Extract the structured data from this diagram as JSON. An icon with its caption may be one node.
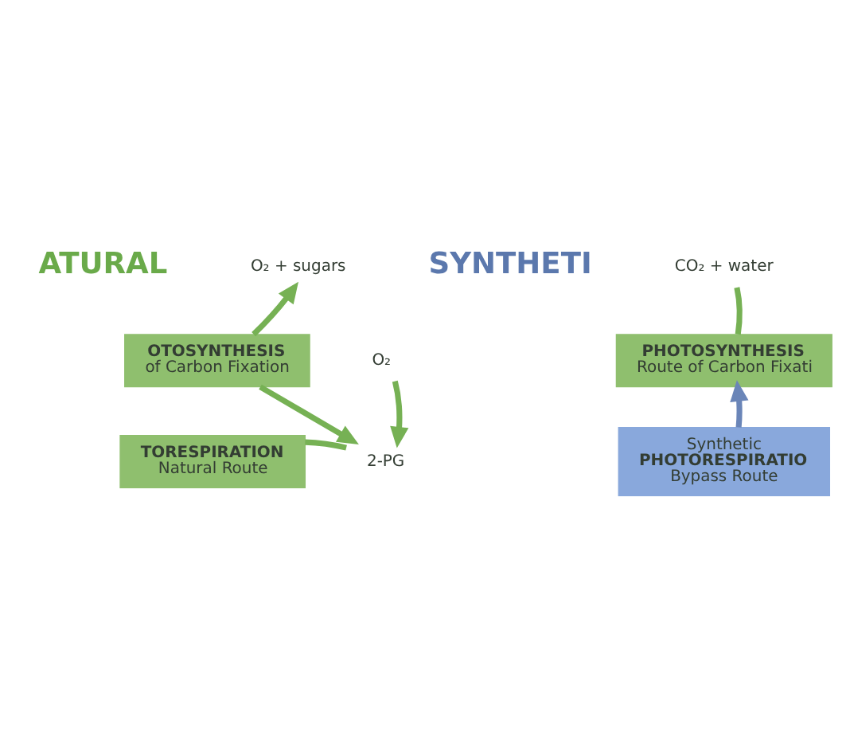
{
  "diagram": {
    "nodes": [
      {
        "text": [
          "OTOSYNTHESIS",
          "of Carbon Fixation"
        ]
      },
      {
        "text": [
          "TORESPIRATION",
          "Natural Route"
        ]
      },
      {
        "text": [
          "O₂ + sugars"
        ]
      },
      {
        "text": [
          "O₂"
        ]
      },
      {
        "text": [
          "2-PG"
        ]
      },
      {
        "text": [
          "CO₂ + water"
        ]
      },
      {
        "text": [
          "PHOTOSYNTHESIS",
          "Route of Carbon Fixati"
        ]
      },
      {
        "text": [
          "Synthetic",
          "PHOTORESPIRATIO",
          "Bypass Route"
        ]
      }
    ],
    "edges": [
      {
        "from": 0,
        "to": 2,
        "arrow": "to"
      },
      {
        "from": 0,
        "to": 4,
        "arrow": "to"
      },
      {
        "from": 3,
        "to": 4,
        "arrow": "to"
      },
      {
        "from": 4,
        "to": 1,
        "arrow": "none"
      },
      {
        "from": 5,
        "to": 6,
        "arrow": "none"
      },
      {
        "from": 7,
        "to": 6,
        "arrow": "to",
        "color": "#6a85b8"
      }
    ],
    "labels": [
      "ATURAL",
      "SYNTHETI"
    ]
  }
}
